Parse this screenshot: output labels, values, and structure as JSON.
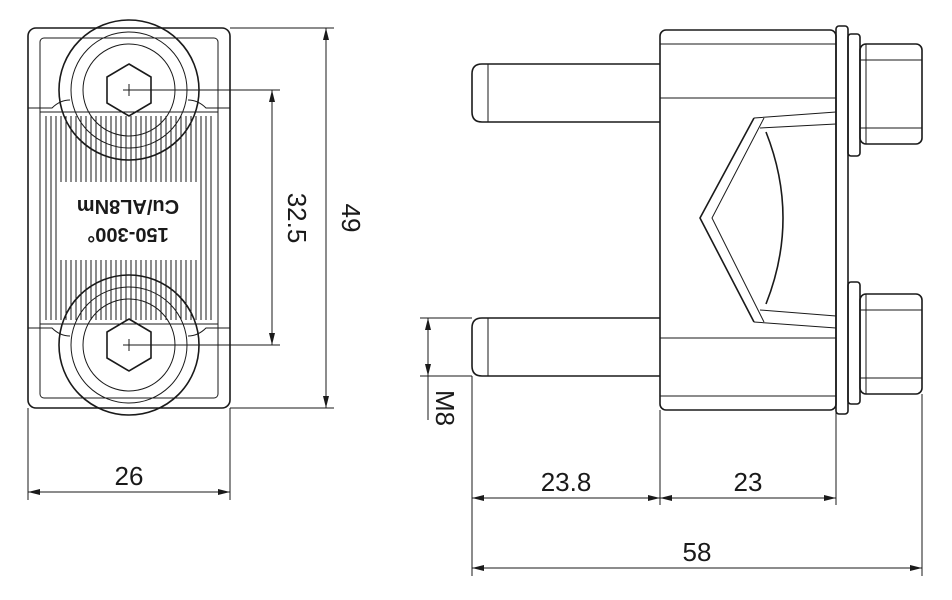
{
  "front_view": {
    "engraving_line1": "150-300°",
    "engraving_line2": "Cu/AL8Nm",
    "dim_width": "26",
    "dim_bolt_spacing": "32.5",
    "dim_height": "49"
  },
  "side_view": {
    "dim_thread": "M8",
    "dim_pin_length": "23.8",
    "dim_body_depth": "23",
    "dim_overall_length": "58"
  }
}
